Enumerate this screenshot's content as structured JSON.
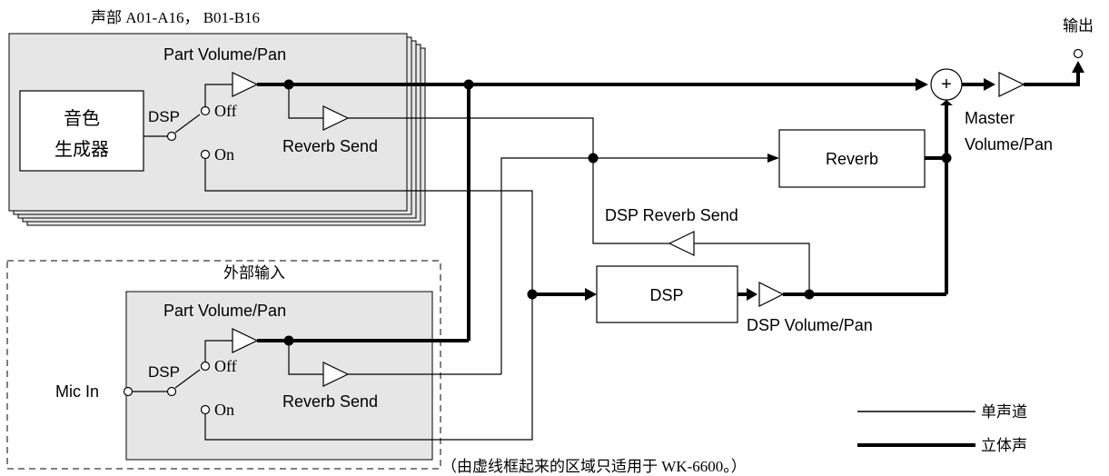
{
  "parts_label": "声部 A01-A16， B01-B16",
  "output_label": "输出",
  "master_label": [
    "Master",
    "Volume/Pan"
  ],
  "upper_module": {
    "part_volume_pan": "Part Volume/Pan",
    "tone_generator": [
      "音色",
      "生成器"
    ],
    "dsp": "DSP",
    "off": "Off",
    "on": "On",
    "reverb_send": "Reverb Send"
  },
  "reverb_label": "Reverb",
  "dsp_reverb_send": "DSP Reverb Send",
  "external_input_label": "外部输入",
  "lower_module": {
    "part_volume_pan": "Part Volume/Pan",
    "mic_in": "Mic In",
    "dsp": "DSP",
    "off": "Off",
    "on": "On",
    "reverb_send": "Reverb Send"
  },
  "dsp_block_label": "DSP",
  "dsp_volume_pan": "DSP Volume/Pan",
  "legend": {
    "mono": "单声道",
    "stereo": "立体声"
  },
  "footnote": "（由虚线框起来的区域只适用于 WK-6600。）",
  "colors": {
    "panel_fill": "#e6e6e6",
    "line": "#000000",
    "background": "#ffffff"
  }
}
